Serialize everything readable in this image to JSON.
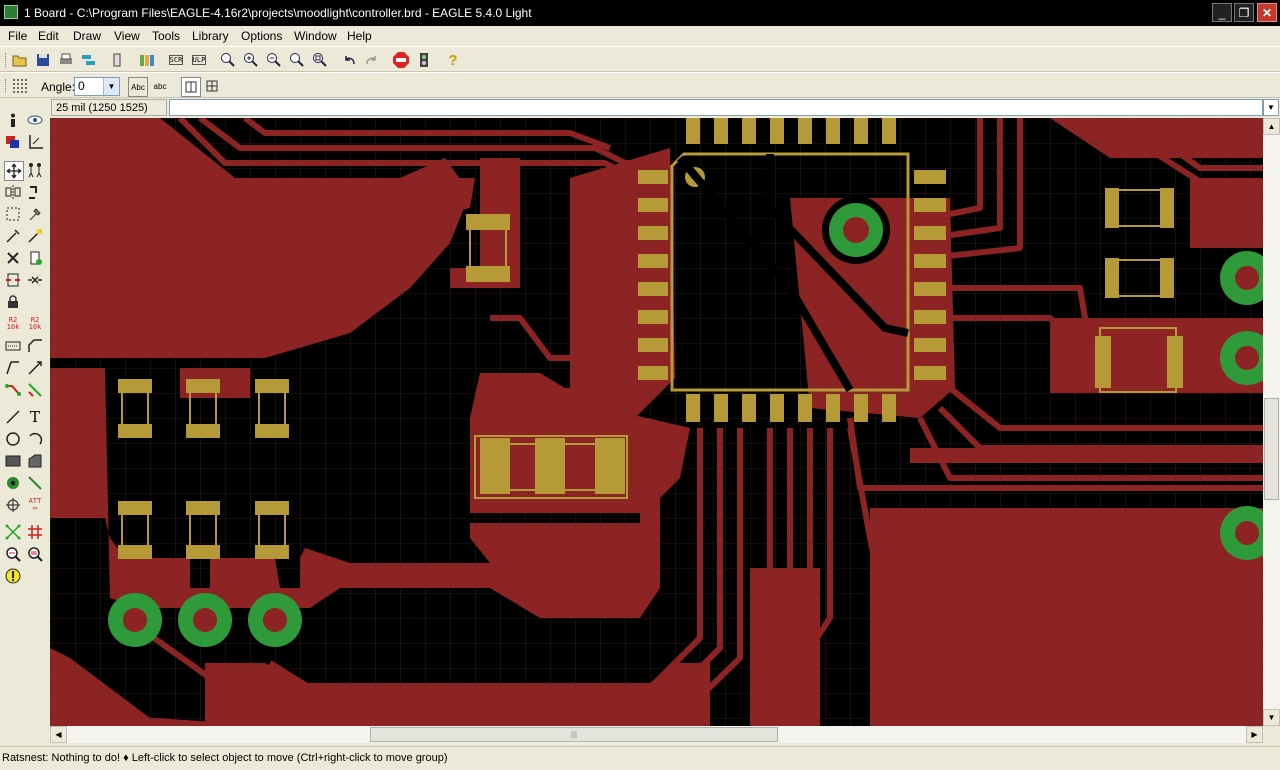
{
  "window": {
    "title": "1 Board - C:\\Program Files\\EAGLE-4.16r2\\projects\\moodlight\\controller.brd - EAGLE 5.4.0 Light",
    "controls": [
      "_",
      "❐",
      "✕"
    ]
  },
  "menu": [
    "File",
    "Edit",
    "Draw",
    "View",
    "Tools",
    "Library",
    "Options",
    "Window",
    "Help"
  ],
  "toolbar_params": {
    "angle_label": "Angle:",
    "angle_value": "0"
  },
  "command": {
    "coordinate": "25 mil (1250 1525)",
    "value": ""
  },
  "status": "Ratsnest: Nothing to do!  ♦ Left-click to select object to move (Ctrl+right-click to move group)",
  "colors": {
    "copper": "#8e2323",
    "pad": "#b79a38",
    "via": "#2f9a3a",
    "background": "#000000",
    "grid": "#5a2a2a"
  },
  "icons": {
    "main_toolbar": [
      "open-icon",
      "save-icon",
      "print-icon",
      "cam-icon",
      "board-icon",
      "library-icon",
      "script-icon",
      "ulp-icon",
      "zoom-fit-icon",
      "zoom-in-icon",
      "zoom-out-icon",
      "zoom-redraw-icon",
      "zoom-area-icon",
      "undo-icon",
      "redo-icon",
      "stop-icon",
      "go-icon",
      "help-icon"
    ],
    "tool_palette": [
      "info-icon",
      "show-icon",
      "display-layers-icon",
      "mark-icon",
      "move-icon",
      "copy-icon",
      "mirror-icon",
      "rotate-icon",
      "group-icon",
      "change-icon",
      "paste-icon",
      "delete-icon",
      "add-icon",
      "replace-icon",
      "lock-icon",
      "name-icon",
      "value-icon",
      "smash-icon",
      "miter-icon",
      "split-icon",
      "optimize-icon",
      "route-icon",
      "ripup-icon",
      "wire-icon",
      "text-icon",
      "circle-icon",
      "arc-icon",
      "rect-icon",
      "polygon-icon",
      "via-icon",
      "signal-icon",
      "hole-icon",
      "attribute-icon",
      "ratsnest-icon",
      "auto-icon",
      "erc-icon",
      "drc-icon",
      "errors-icon"
    ]
  }
}
